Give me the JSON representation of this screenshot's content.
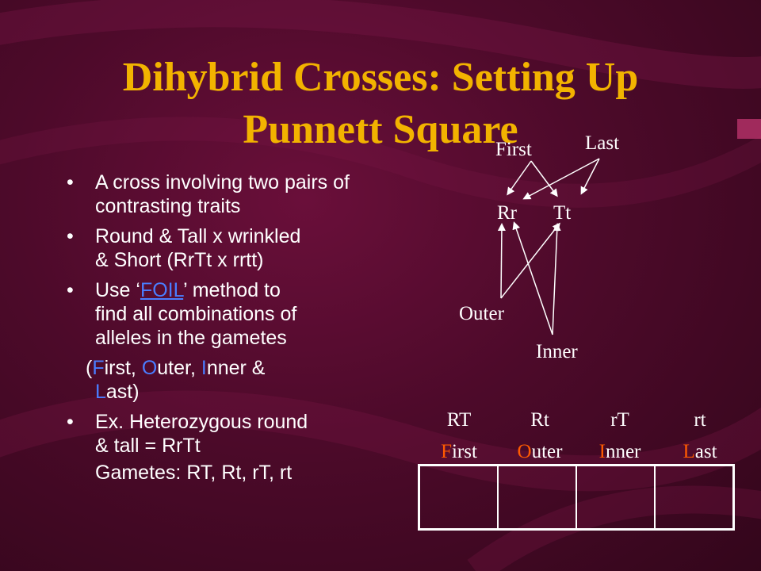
{
  "title": {
    "line1": "Dihybrid Crosses: Setting Up",
    "line2": "Punnett Square"
  },
  "bullets": {
    "b1": "A cross involving two pairs of contrasting traits",
    "b2_line1": "Round & Tall x wrinkled",
    "b2_line2": "& Short (RrTt x rrtt)",
    "b3_pre": "Use ‘",
    "b3_link": "FOIL",
    "b3_post": "’ method to",
    "b3_line2": "find all combinations of",
    "b3_line3": "alleles in the gametes",
    "foil_open": "(",
    "foil_f": "F",
    "foil_irst": "irst, ",
    "foil_o": "O",
    "foil_uter": "uter, ",
    "foil_i": "I",
    "foil_nner": "nner &",
    "foil_l": "L",
    "foil_ast": "ast)",
    "b4_line1": "Ex. Heterozygous round",
    "b4_line2": "& tall = RrTt",
    "gametes": "Gametes: RT, Rt, rT, rt",
    "bullet_char": "•"
  },
  "diagram": {
    "first": "First",
    "last": "Last",
    "rr": "Rr",
    "tt": "Tt",
    "outer": "Outer",
    "inner": "Inner"
  },
  "columns": [
    {
      "gamete": "RT",
      "initial": "F",
      "rest": "irst"
    },
    {
      "gamete": "Rt",
      "initial": "O",
      "rest": "uter"
    },
    {
      "gamete": "rT",
      "initial": "I",
      "rest": "nner"
    },
    {
      "gamete": "rt",
      "initial": "L",
      "rest": "ast"
    }
  ],
  "colors": {
    "title": "#f2b300",
    "text": "#ffffff",
    "link": "#4a7dff",
    "initial": "#ff5a00"
  }
}
